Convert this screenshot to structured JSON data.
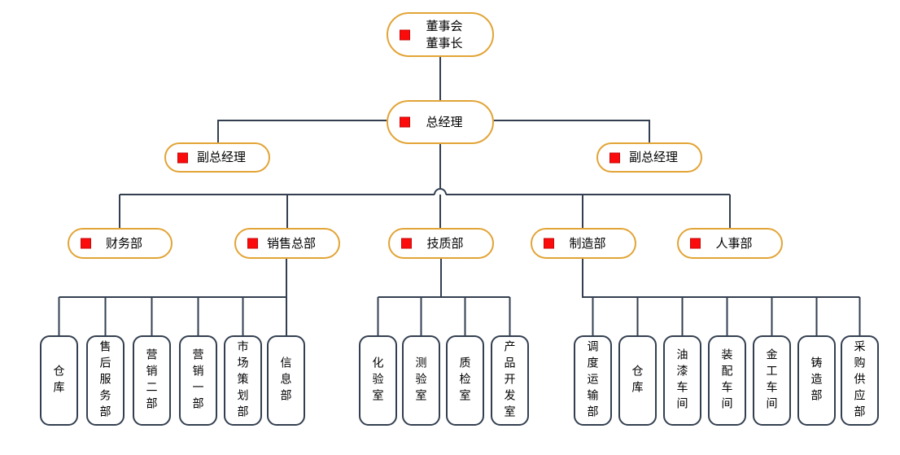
{
  "colors": {
    "pill_border_gold": "#E2A436",
    "leaf_border_dark": "#333F50",
    "connector_line": "#333F50",
    "icon_red": "#FB0B0B",
    "background": "#FFFFFF",
    "text": "#000000"
  },
  "nodes": {
    "chairman": "董事会\n董事长",
    "general_manager": "总经理",
    "deputy_gm_left": "副总经理",
    "deputy_gm_right": "副总经理",
    "finance_dept": "财务部",
    "sales_hq": "销售总部",
    "tech_quality_dept": "技质部",
    "manufacturing_dept": "制造部",
    "hr_dept": "人事部",
    "warehouse_sales": "仓库",
    "after_sales_dept": "售后服务部",
    "marketing_dept_2": "营销二部",
    "marketing_dept_1": "营销一部",
    "market_planning_dept": "市场策划部",
    "information_dept": "信息部",
    "chemical_lab": "化验室",
    "testing_lab": "测验室",
    "quality_inspection_room": "质检室",
    "product_dev_room": "产品开发室",
    "dispatch_transport_dept": "调度运输部",
    "warehouse_mfg": "仓库",
    "paint_workshop": "油漆车间",
    "assembly_workshop": "装配车间",
    "metalworking_workshop": "金工车间",
    "casting_dept": "铸造部",
    "procurement_supply_dept": "采购供应部"
  },
  "hierarchy": {
    "董事会董事长": [
      "总经理"
    ],
    "总经理": [
      "副总经理",
      "副总经理",
      "财务部",
      "销售总部",
      "技质部",
      "制造部",
      "人事部"
    ],
    "销售总部": [
      "仓库",
      "售后服务部",
      "营销二部",
      "营销一部",
      "市场策划部",
      "信息部"
    ],
    "技质部": [
      "化验室",
      "测验室",
      "质检室",
      "产品开发室"
    ],
    "制造部": [
      "调度运输部",
      "仓库",
      "油漆车间",
      "装配车间",
      "金工车间",
      "铸造部",
      "采购供应部"
    ]
  }
}
